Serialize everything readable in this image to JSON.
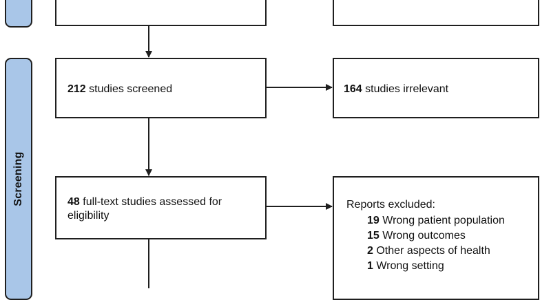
{
  "phase_labels": {
    "screening": "Screening"
  },
  "screened": {
    "count": "212",
    "text": "studies screened"
  },
  "irrelevant": {
    "count": "164",
    "text": "studies irrelevant"
  },
  "fulltext": {
    "count": "48",
    "text": "full-text studies assessed for eligibility"
  },
  "excluded": {
    "title": "Reports excluded:",
    "items": [
      {
        "count": "19",
        "reason": "Wrong patient population"
      },
      {
        "count": "15",
        "reason": "Wrong outcomes"
      },
      {
        "count": "2",
        "reason": "Other aspects of health"
      },
      {
        "count": "1",
        "reason": "Wrong setting"
      }
    ]
  },
  "colors": {
    "phase_tab": "#a9c6e8",
    "border": "#1f1f1f"
  }
}
